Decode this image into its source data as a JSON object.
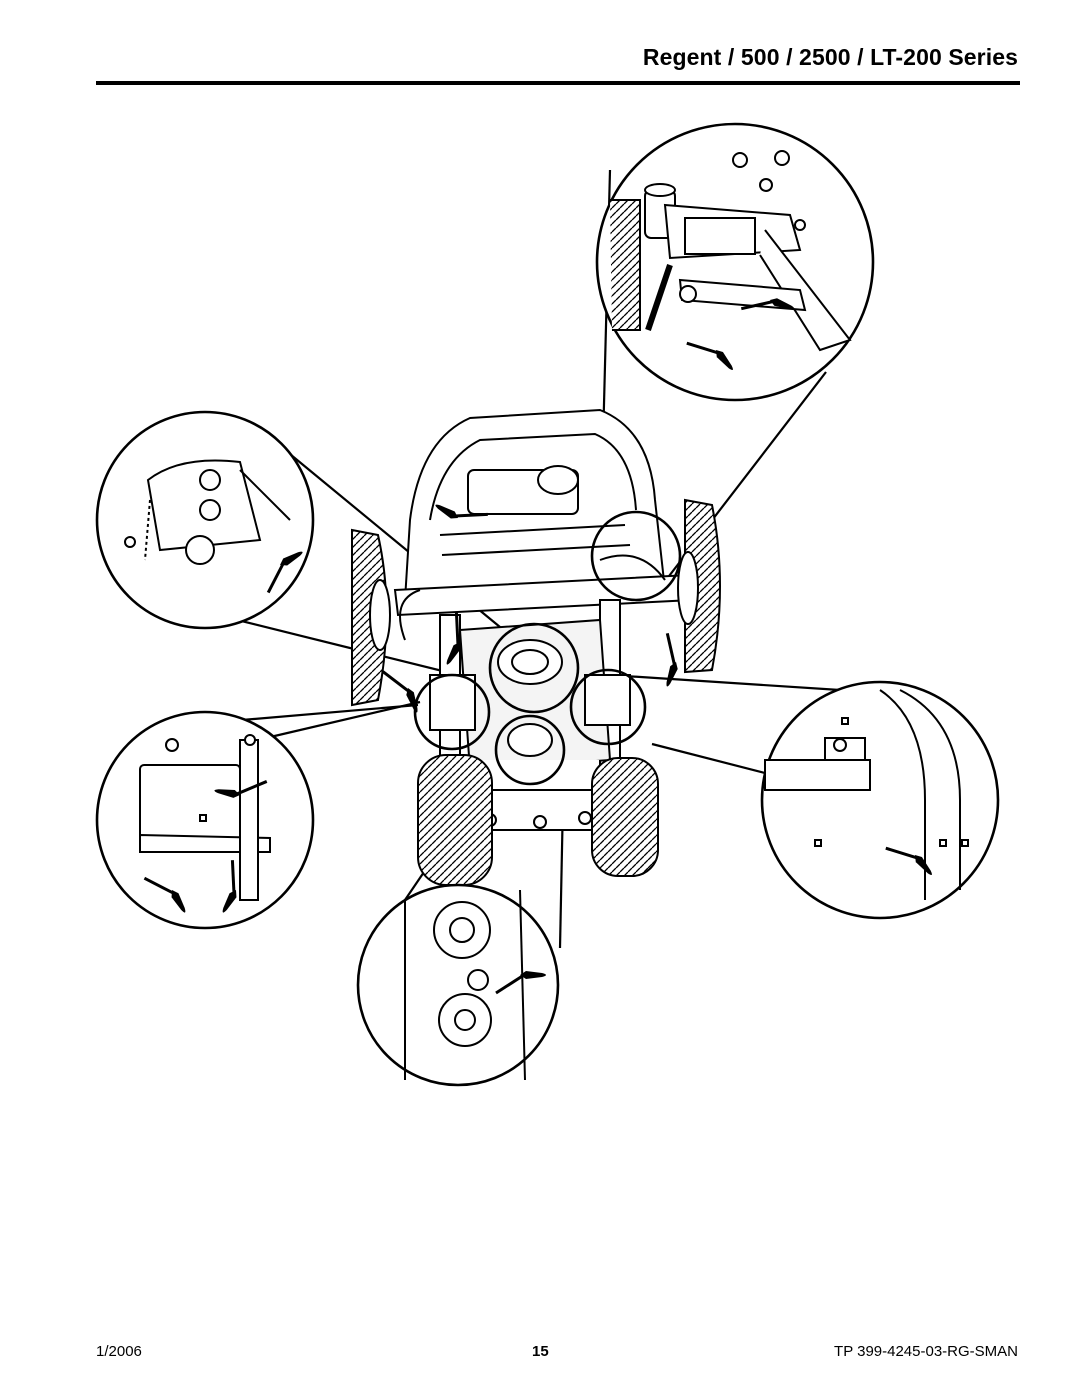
{
  "header": {
    "title": "Regent / 500 / 2500 / LT-200 Series"
  },
  "footer": {
    "date": "1/2006",
    "page_number": "15",
    "doc_number": "TP 399-4245-03-RG-SMAN"
  },
  "illustration": {
    "subject": "Underside of lawn tractor with lubrication points",
    "detail_callouts": [
      "steering-sector-detail",
      "front-axle-pivot-detail",
      "brake-linkage-detail",
      "rear-bracket-detail",
      "idler-pulley-detail"
    ]
  }
}
